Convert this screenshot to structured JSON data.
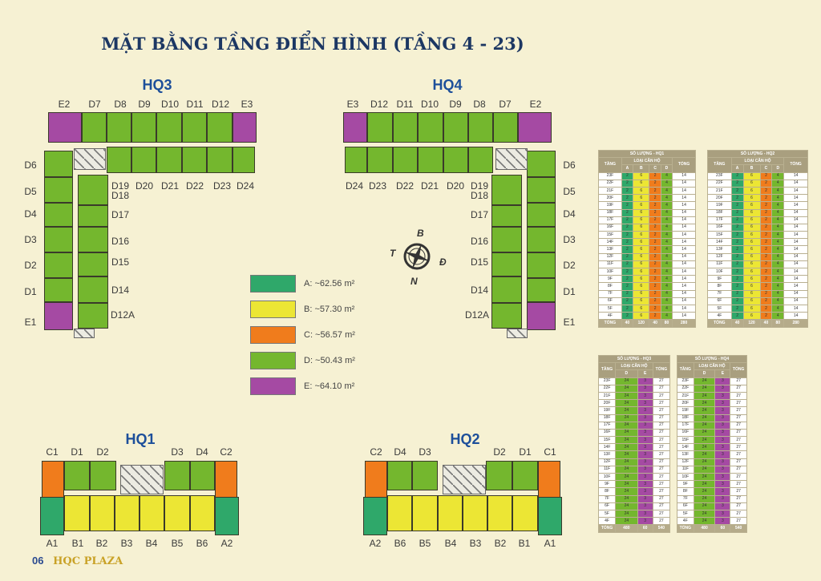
{
  "title": "MẶT BẰNG TẦNG ĐIỂN HÌNH (TẦNG 4 - 23)",
  "colors": {
    "A": "#2fa86a",
    "B": "#ece634",
    "C": "#f07c1c",
    "D": "#74b72e",
    "E": "#a54aa3"
  },
  "legend": [
    {
      "type": "A",
      "label": "A: ~62.56 m²"
    },
    {
      "type": "B",
      "label": "B: ~57.30 m²"
    },
    {
      "type": "C",
      "label": "C: ~56.57 m²"
    },
    {
      "type": "D",
      "label": "D: ~50.43 m²"
    },
    {
      "type": "E",
      "label": "E: ~64.10 m²"
    }
  ],
  "compass": {
    "north": "B",
    "south": "N",
    "west": "T",
    "east": "Đ"
  },
  "buildings": {
    "HQ3": {
      "name": "HQ3",
      "units": [
        "E2",
        "D7",
        "D8",
        "D9",
        "D10",
        "D11",
        "D12",
        "E3",
        "D19",
        "D20",
        "D21",
        "D22",
        "D23",
        "D24",
        "D6",
        "D5",
        "D4",
        "D3",
        "D2",
        "D1",
        "E1",
        "D18",
        "D17",
        "D16",
        "D15",
        "D14",
        "D12A"
      ]
    },
    "HQ4": {
      "name": "HQ4",
      "units": [
        "E2",
        "D7",
        "D8",
        "D9",
        "D10",
        "D11",
        "D12",
        "E3",
        "D19",
        "D20",
        "D21",
        "D22",
        "D23",
        "D24",
        "D6",
        "D5",
        "D4",
        "D3",
        "D2",
        "D1",
        "E1",
        "D18",
        "D17",
        "D16",
        "D15",
        "D14",
        "D12A"
      ]
    },
    "HQ1": {
      "name": "HQ1",
      "units": [
        "C1",
        "D1",
        "D2",
        "D3",
        "D4",
        "C2",
        "A1",
        "B1",
        "B2",
        "B3",
        "B4",
        "B5",
        "B6",
        "A2"
      ]
    },
    "HQ2": {
      "name": "HQ2",
      "units": [
        "C1",
        "D1",
        "D2",
        "D3",
        "D4",
        "C2",
        "A1",
        "B1",
        "B2",
        "B3",
        "B4",
        "B5",
        "B6",
        "A2"
      ]
    }
  },
  "tables": [
    {
      "title": "SỐ LƯỢNG - HQ1",
      "floor_header": "TẦNG",
      "group_header": "LOẠI CĂN HỘ",
      "total_header": "TỔNG",
      "types": [
        "A",
        "B",
        "C",
        "D"
      ],
      "floors": [
        "23F",
        "22F",
        "21F",
        "20F",
        "19F",
        "18F",
        "17F",
        "16F",
        "15F",
        "14F",
        "13F",
        "12F",
        "11F",
        "10F",
        "9F",
        "8F",
        "7F",
        "6F",
        "5F",
        "4F"
      ],
      "row_values": [
        2,
        6,
        2,
        4
      ],
      "row_total": 14,
      "footer_label": "TỔNG",
      "totals": [
        40,
        120,
        40,
        80
      ],
      "grand_total": 280
    },
    {
      "title": "SỐ LƯỢNG - HQ2",
      "floor_header": "TẦNG",
      "group_header": "LOẠI CĂN HỘ",
      "total_header": "TỔNG",
      "types": [
        "A",
        "B",
        "C",
        "D"
      ],
      "floors": [
        "23F",
        "22F",
        "21F",
        "20F",
        "19F",
        "18F",
        "17F",
        "16F",
        "15F",
        "14F",
        "13F",
        "12F",
        "11F",
        "10F",
        "9F",
        "8F",
        "7F",
        "6F",
        "5F",
        "4F"
      ],
      "row_values": [
        2,
        6,
        2,
        4
      ],
      "row_total": 14,
      "footer_label": "TỔNG",
      "totals": [
        40,
        120,
        40,
        80
      ],
      "grand_total": 280
    },
    {
      "title": "SỐ LƯỢNG - HQ3",
      "floor_header": "TẦNG",
      "group_header": "LOẠI CĂN HỘ",
      "total_header": "TỔNG",
      "types": [
        "D",
        "E"
      ],
      "floors": [
        "23F",
        "22F",
        "21F",
        "20F",
        "19F",
        "18F",
        "17F",
        "16F",
        "15F",
        "14F",
        "13F",
        "12F",
        "11F",
        "10F",
        "9F",
        "8F",
        "7F",
        "6F",
        "5F",
        "4F"
      ],
      "row_values": [
        24,
        3
      ],
      "row_total": 27,
      "footer_label": "TỔNG",
      "totals": [
        480,
        60
      ],
      "grand_total": 540
    },
    {
      "title": "SỐ LƯỢNG - HQ4",
      "floor_header": "TẦNG",
      "group_header": "LOẠI CĂN HỘ",
      "total_header": "TỔNG",
      "types": [
        "D",
        "E"
      ],
      "floors": [
        "23F",
        "22F",
        "21F",
        "20F",
        "19F",
        "18F",
        "17F",
        "16F",
        "15F",
        "14F",
        "13F",
        "12F",
        "11F",
        "10F",
        "9F",
        "8F",
        "7F",
        "6F",
        "5F",
        "4F"
      ],
      "row_values": [
        24,
        3
      ],
      "row_total": 27,
      "footer_label": "TỔNG",
      "totals": [
        480,
        60
      ],
      "grand_total": 540
    }
  ],
  "footer": {
    "page": "06",
    "brand": "HQC PLAZA"
  }
}
